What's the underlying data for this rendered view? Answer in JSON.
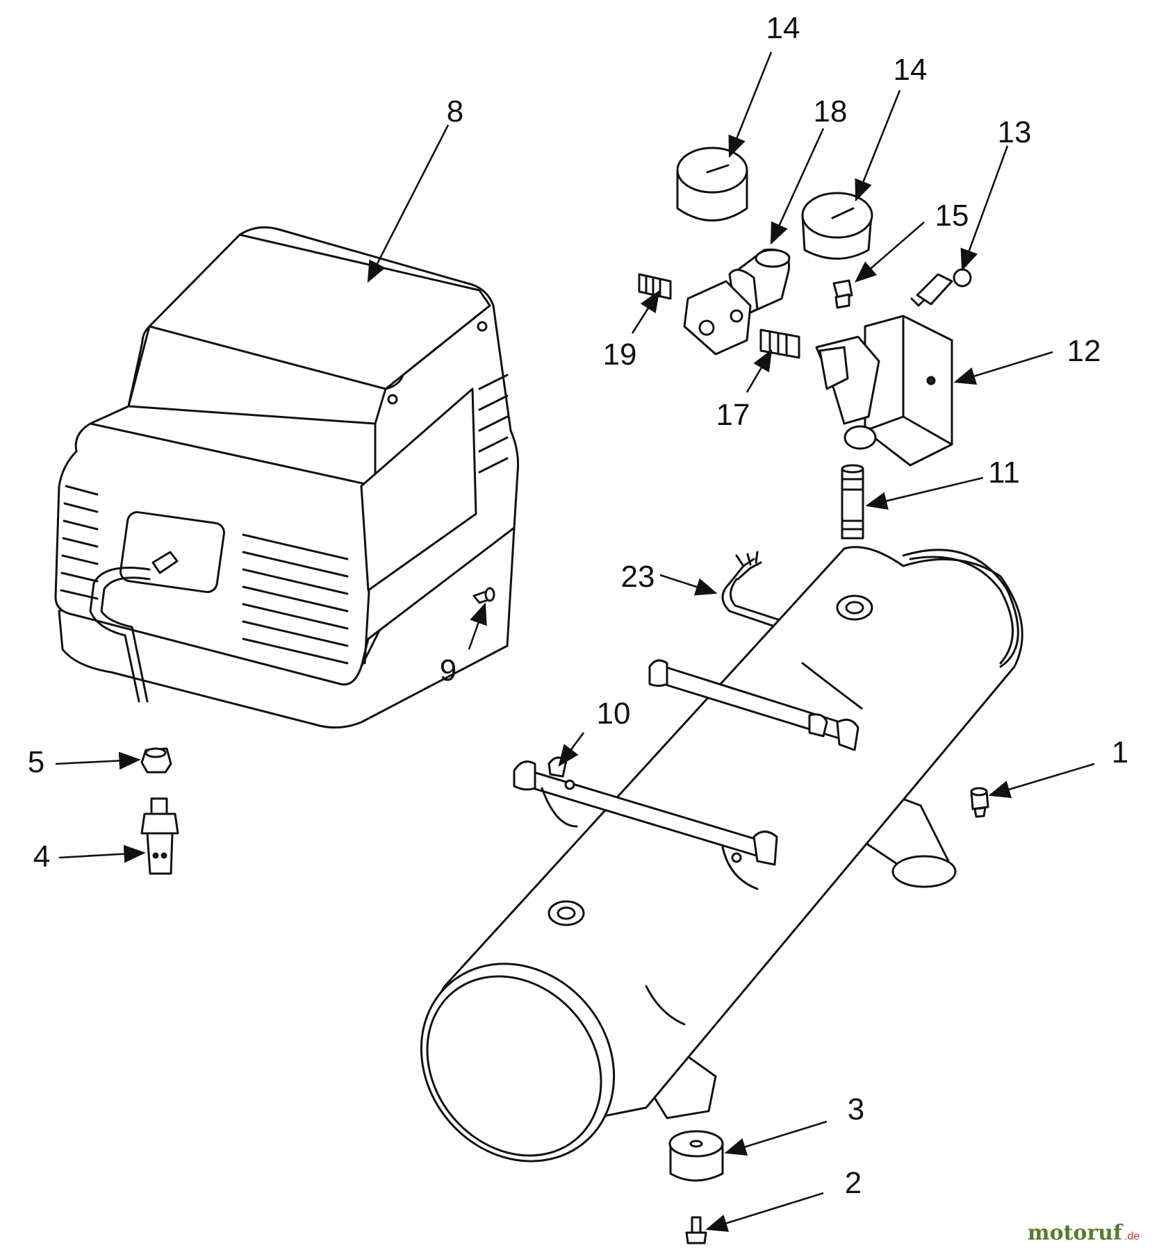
{
  "diagram": {
    "callouts": [
      {
        "id": "c8",
        "label": "8"
      },
      {
        "id": "c14a",
        "label": "14"
      },
      {
        "id": "c14b",
        "label": "14"
      },
      {
        "id": "c18",
        "label": "18"
      },
      {
        "id": "c13",
        "label": "13"
      },
      {
        "id": "c15",
        "label": "15"
      },
      {
        "id": "c19",
        "label": "19"
      },
      {
        "id": "c12",
        "label": "12"
      },
      {
        "id": "c17",
        "label": "17"
      },
      {
        "id": "c11",
        "label": "11"
      },
      {
        "id": "c23",
        "label": "23"
      },
      {
        "id": "c9",
        "label": "9"
      },
      {
        "id": "c10",
        "label": "10"
      },
      {
        "id": "c1",
        "label": "1"
      },
      {
        "id": "c5",
        "label": "5"
      },
      {
        "id": "c4",
        "label": "4"
      },
      {
        "id": "c3",
        "label": "3"
      },
      {
        "id": "c2",
        "label": "2"
      }
    ]
  },
  "watermark": {
    "brand": "motoruf",
    "suffix": ".de",
    "brand_color": "#5a7a2a",
    "accent_color": "#c0392b"
  }
}
